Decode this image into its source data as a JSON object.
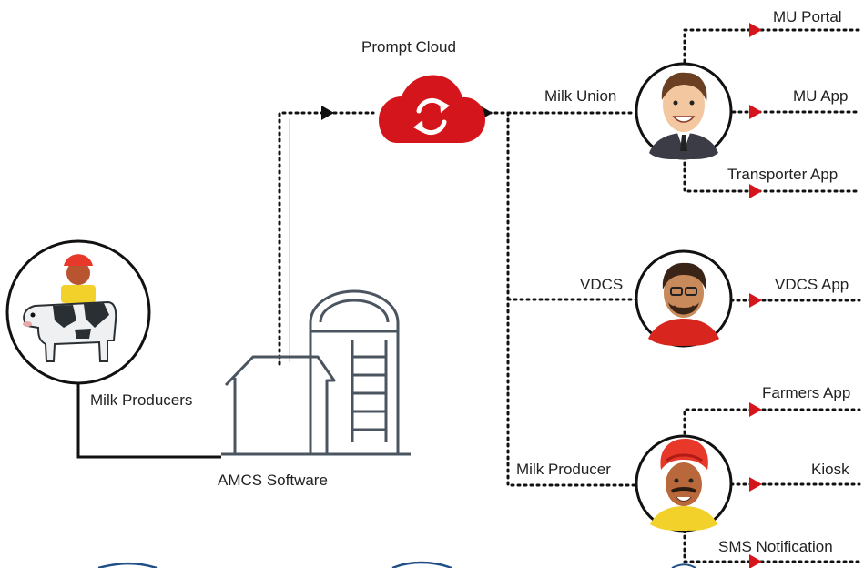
{
  "cloud": {
    "label": "Prompt Cloud",
    "color": "#d4161c"
  },
  "source": {
    "producers_label": "Milk Producers",
    "software_label": "AMCS Software"
  },
  "nodes": {
    "milk_union": {
      "label": "Milk Union",
      "outputs": [
        "MU Portal",
        "MU App",
        "Transporter App"
      ]
    },
    "vdcs": {
      "label": "VDCS",
      "outputs": [
        "VDCS App"
      ]
    },
    "milk_producer": {
      "label": "Milk Producer",
      "outputs": [
        "Farmers App",
        "Kiosk",
        "SMS Notification"
      ]
    }
  },
  "colors": {
    "accent": "#d4161c",
    "line": "#111111",
    "building": "#4a5560"
  }
}
